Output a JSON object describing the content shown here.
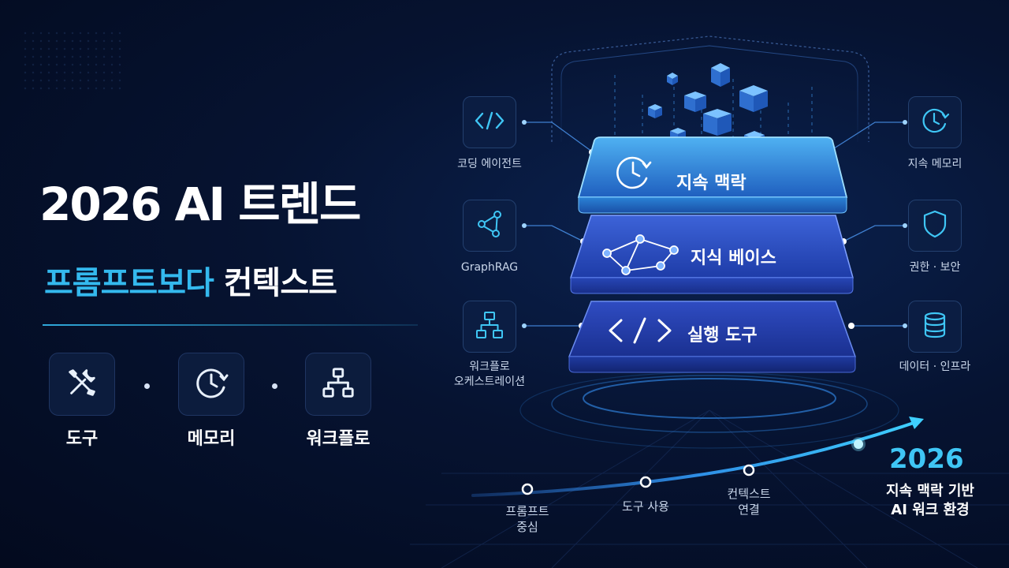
{
  "title": "2026 AI 트렌드",
  "subtitle": {
    "accent": "프롬프트보다",
    "plain": "컨텍스트"
  },
  "pillars": [
    {
      "label": "도구",
      "icon": "tools-icon"
    },
    {
      "label": "메모리",
      "icon": "clock-icon"
    },
    {
      "label": "워크플로",
      "icon": "workflow-icon"
    }
  ],
  "layers": [
    {
      "label": "지속 맥락",
      "icon": "clock-icon"
    },
    {
      "label": "지식 베이스",
      "icon": "graph-icon"
    },
    {
      "label": "실행 도구",
      "icon": "code-icon"
    }
  ],
  "left_items": [
    {
      "label": "코딩 에이전트",
      "icon": "code-icon"
    },
    {
      "label": "GraphRAG",
      "icon": "graph-icon"
    },
    {
      "label": "워크플로\n오케스트레이션",
      "icon": "workflow-icon"
    }
  ],
  "right_items": [
    {
      "label": "지속 메모리",
      "icon": "clock-icon"
    },
    {
      "label": "권한 · 보안",
      "icon": "shield-icon"
    },
    {
      "label": "데이터 · 인프라",
      "icon": "database-icon"
    }
  ],
  "timeline": [
    {
      "label": "프롬프트\n중심"
    },
    {
      "label": "도구 사용"
    },
    {
      "label": "컨텍스트\n연결"
    }
  ],
  "goal": {
    "year": "2026",
    "text": "지속 맥락 기반\nAI 워크 환경"
  },
  "colors": {
    "accent": "#34b9ee",
    "background": "#061331",
    "layer_top": "#2b7fd6",
    "layer_mid": "#2545b8"
  }
}
